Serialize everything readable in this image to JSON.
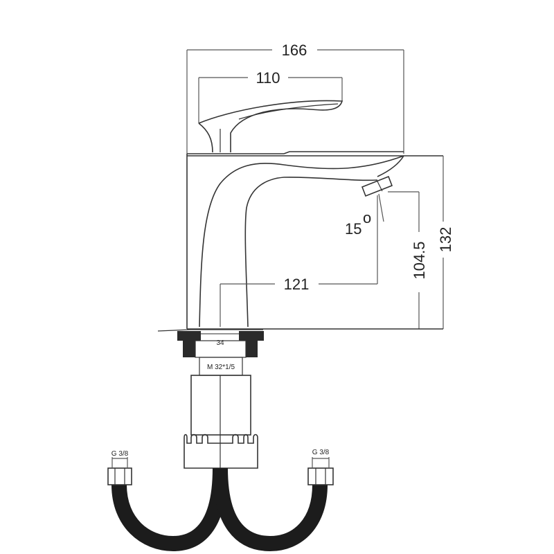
{
  "dimensions": {
    "overall_width": "166",
    "lever_length": "110",
    "spout_reach": "121",
    "outlet_height": "104.5",
    "total_height": "132",
    "spout_angle": "15",
    "angle_symbol": "o",
    "shank_diameter": "34",
    "shank_thread": "M 32*1/5",
    "hose_thread_left": "G 3/8",
    "hose_thread_right": "G 3/8"
  },
  "colors": {
    "line": "#333333",
    "hose": "#1c1c1c",
    "gasket": "#2a2a2a"
  }
}
